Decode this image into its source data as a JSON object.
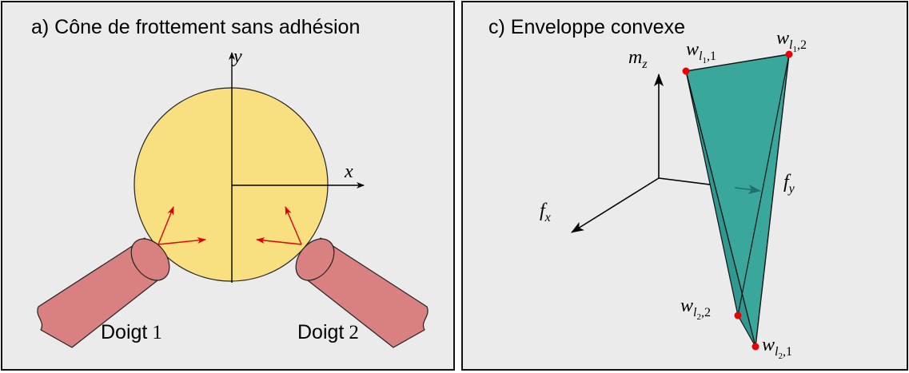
{
  "panel_a": {
    "title": "a) Cône de frottement sans adhésion",
    "axis_x": "x",
    "axis_y": "y",
    "finger1_word": "Doigt",
    "finger1_num": "1",
    "finger2_word": "Doigt",
    "finger2_num": "2"
  },
  "panel_c": {
    "title": "c) Enveloppe convexe",
    "axis_mz_base": "m",
    "axis_mz_sub": "z",
    "axis_fx_base": "f",
    "axis_fx_sub": "x",
    "axis_fy_base": "f",
    "axis_fy_sub": "y",
    "w_l11": {
      "base": "w",
      "sub_l": "l",
      "sub_i": "1",
      "sub_j": ",1"
    },
    "w_l12": {
      "base": "w",
      "sub_l": "l",
      "sub_i": "1",
      "sub_j": ",2"
    },
    "w_l22": {
      "base": "w",
      "sub_l": "l",
      "sub_i": "2",
      "sub_j": ",2"
    },
    "w_l21": {
      "base": "w",
      "sub_l": "l",
      "sub_i": "2",
      "sub_j": ",1"
    }
  },
  "colors": {
    "panel_bg": "#ebebeb",
    "object_fill": "#f8df7f",
    "finger_fill": "#d98080",
    "friction_arrow": "#e00000",
    "hull_fill": "#3aa79d",
    "hull_vertex": "#ee0000"
  }
}
